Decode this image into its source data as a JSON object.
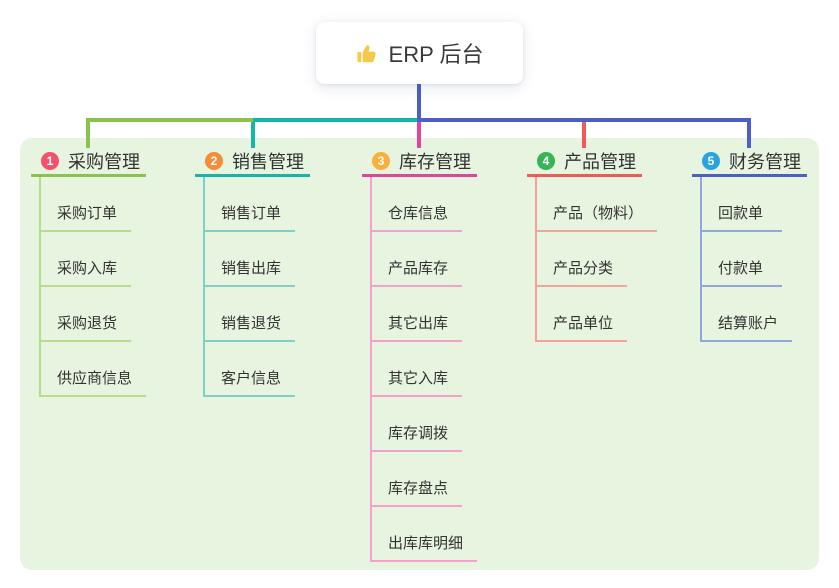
{
  "root": {
    "label": "ERP 后台",
    "icon": "thumbs-up-icon"
  },
  "branches": [
    {
      "badge": "1",
      "title": "采购管理",
      "color": "#8bc34a",
      "light_color": "#b8dc8e",
      "badge_color": "#f4516c",
      "children": [
        "采购订单",
        "采购入库",
        "采购退货",
        "供应商信息"
      ]
    },
    {
      "badge": "2",
      "title": "销售管理",
      "color": "#12b7aa",
      "light_color": "#7ed0c8",
      "badge_color": "#f68b38",
      "children": [
        "销售订单",
        "销售出库",
        "销售退货",
        "客户信息"
      ]
    },
    {
      "badge": "3",
      "title": "库存管理",
      "color": "#e2449b",
      "light_color": "#f2a2cd",
      "badge_color": "#fbb03b",
      "children": [
        "仓库信息",
        "产品库存",
        "其它出库",
        "其它入库",
        "库存调拨",
        "库存盘点",
        "出库库明细"
      ]
    },
    {
      "badge": "4",
      "title": "产品管理",
      "color": "#f15955",
      "light_color": "#f7a19b",
      "badge_color": "#34b556",
      "children": [
        "产品（物料）",
        "产品分类",
        "产品单位"
      ]
    },
    {
      "badge": "5",
      "title": "财务管理",
      "color": "#4a5fc9",
      "light_color": "#91a5de",
      "badge_color": "#2ba3e2",
      "children": [
        "回款单",
        "付款单",
        "结算账户"
      ]
    }
  ],
  "connector": {
    "root_color": "#4a5fc9",
    "panel_color": "#e7f5e0"
  }
}
